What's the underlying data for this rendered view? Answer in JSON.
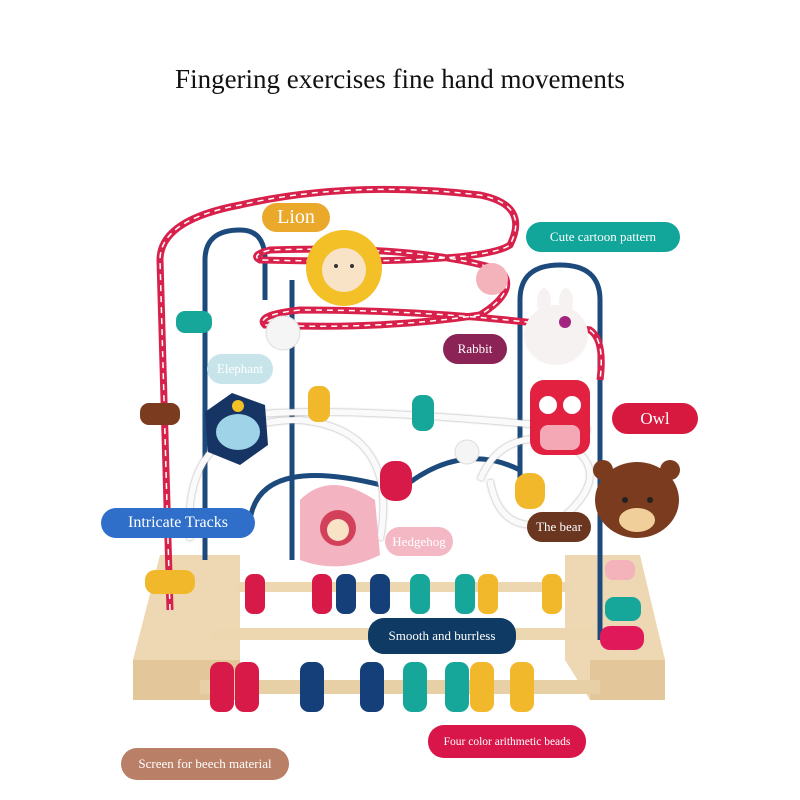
{
  "title": "Fingering exercises fine hand movements",
  "labels": {
    "lion": "Lion",
    "cute": "Cute cartoon pattern",
    "rabbit": "Rabbit",
    "elephant": "Elephant",
    "owl": "Owl",
    "tracks": "Intricate Tracks",
    "bear": "The bear",
    "hedgehog": "Hedgehog",
    "smooth": "Smooth and burrless",
    "beads": "Four color arithmetic beads",
    "beech": "Screen for beech material"
  },
  "colors": {
    "red_track": "#d8214a",
    "blue_wire": "#1d4a7c",
    "wood": "#e9cfa6",
    "bead_red": "#d81a48",
    "bead_blue": "#143f78",
    "bead_teal": "#17a79a",
    "bead_yellow": "#f1b82c"
  }
}
